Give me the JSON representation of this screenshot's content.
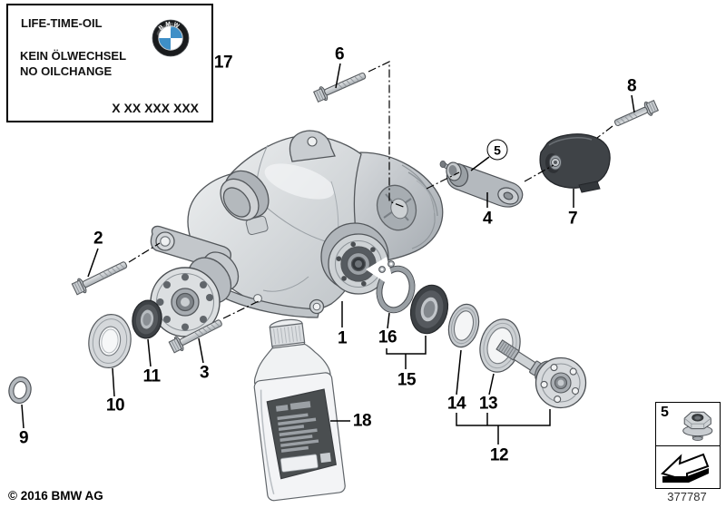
{
  "info_label": {
    "title": "LIFE-TIME-OIL",
    "line_de": "KEIN ÖLWECHSEL",
    "line_en": "NO OILCHANGE",
    "part_number_mask": "X XX XXX XXX",
    "logo_text": "BMW"
  },
  "callouts": {
    "c1": "1",
    "c2": "2",
    "c3": "3",
    "c4": "4",
    "c5_circled": "5",
    "c6": "6",
    "c7": "7",
    "c8": "8",
    "c9": "9",
    "c10": "10",
    "c11": "11",
    "c12": "12",
    "c13": "13",
    "c14": "14",
    "c15": "15",
    "c16": "16",
    "c17": "17",
    "c18": "18"
  },
  "legend": {
    "number": "5"
  },
  "footer": {
    "copyright": "© 2016 BMW AG",
    "diagram_number": "377787"
  },
  "colors": {
    "background": "#ffffff",
    "line": "#000000",
    "metal_light": "#e7e9ea",
    "metal_mid": "#c3c7cb",
    "metal_dark": "#8f959a",
    "rubber_dark": "#3d4145",
    "bmw_blue": "#3e8fc7"
  }
}
